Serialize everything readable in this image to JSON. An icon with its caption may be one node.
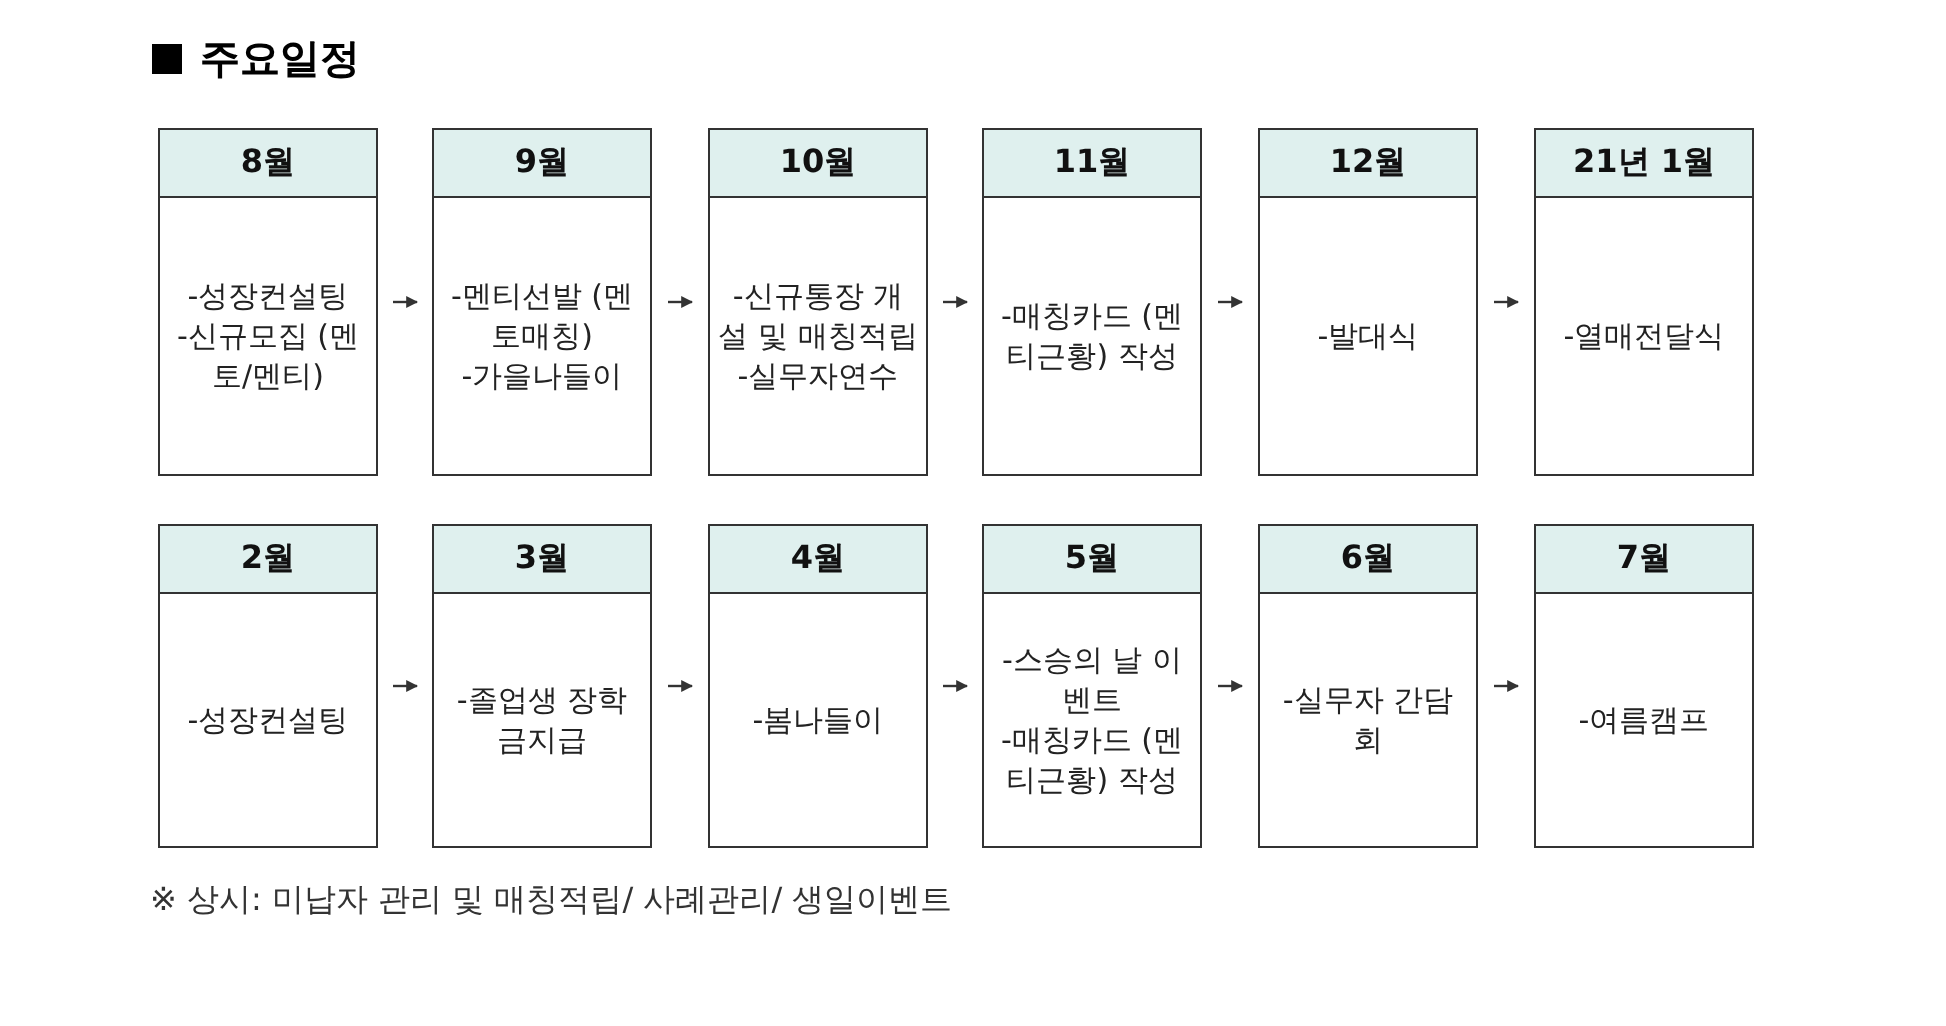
{
  "diagram": {
    "title": "주요일정",
    "nodes": [
      {
        "text": [
          "8월",
          "-성장컨설팅",
          "-신규모집 (멘토/멘티)"
        ]
      },
      {
        "text": [
          "9월",
          "-멘티선발 (멘토매칭)",
          "-가을나들이"
        ]
      },
      {
        "text": [
          "10월",
          "-신규통장 개설 및 매칭적립",
          "-실무자연수"
        ]
      },
      {
        "text": [
          "11월",
          "-매칭카드 (멘티근황) 작성"
        ]
      },
      {
        "text": [
          "12월",
          "-발대식"
        ]
      },
      {
        "text": [
          "21년 1월",
          "-열매전달식"
        ]
      },
      {
        "text": [
          "2월",
          "-성장컨설팅"
        ]
      },
      {
        "text": [
          "3월",
          "-졸업생 장학금지급"
        ]
      },
      {
        "text": [
          "4월",
          "-봄나들이"
        ]
      },
      {
        "text": [
          "5월",
          "-스승의 날 이벤트",
          "-매칭카드 (멘티근황) 작성"
        ]
      },
      {
        "text": [
          "6월",
          "-실무자 간담회"
        ]
      },
      {
        "text": [
          "7월",
          "-여름캠프"
        ]
      }
    ],
    "edges": [
      {
        "from": 0,
        "to": 1,
        "arrow": "to"
      },
      {
        "from": 1,
        "to": 2,
        "arrow": "to"
      },
      {
        "from": 2,
        "to": 3,
        "arrow": "to"
      },
      {
        "from": 3,
        "to": 4,
        "arrow": "to"
      },
      {
        "from": 4,
        "to": 5,
        "arrow": "to"
      },
      {
        "from": 6,
        "to": 7,
        "arrow": "to"
      },
      {
        "from": 7,
        "to": 8,
        "arrow": "to"
      },
      {
        "from": 8,
        "to": 9,
        "arrow": "to"
      },
      {
        "from": 9,
        "to": 10,
        "arrow": "to"
      },
      {
        "from": 10,
        "to": 11,
        "arrow": "to"
      }
    ],
    "labels": [
      "※ 상시: 미납자 관리 및 매칭적립/ 사례관리/ 생일이벤트"
    ]
  }
}
